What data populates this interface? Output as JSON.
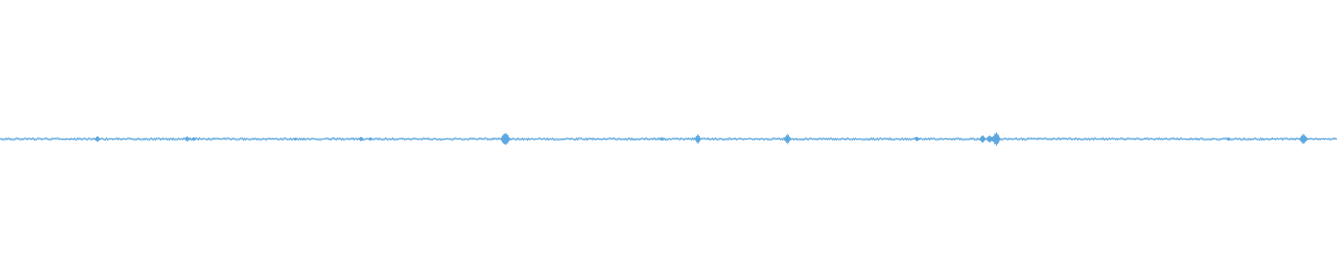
{
  "waveform": {
    "color": "#5ba7df",
    "peaks": [
      {
        "t": 0.073,
        "amp": 0.45
      },
      {
        "t": 0.14,
        "amp": 0.35
      },
      {
        "t": 0.145,
        "amp": 0.3
      },
      {
        "t": 0.221,
        "amp": 0.2
      },
      {
        "t": 0.27,
        "amp": 0.35
      },
      {
        "t": 0.277,
        "amp": 0.25
      },
      {
        "t": 0.378,
        "amp": 1.0
      },
      {
        "t": 0.495,
        "amp": 0.3
      },
      {
        "t": 0.522,
        "amp": 0.6
      },
      {
        "t": 0.589,
        "amp": 0.7
      },
      {
        "t": 0.686,
        "amp": 0.4
      },
      {
        "t": 0.735,
        "amp": 0.55
      },
      {
        "t": 0.74,
        "amp": 0.55
      },
      {
        "t": 0.745,
        "amp": 1.0
      },
      {
        "t": 0.919,
        "amp": 0.25
      },
      {
        "t": 0.975,
        "amp": 0.8
      }
    ]
  }
}
